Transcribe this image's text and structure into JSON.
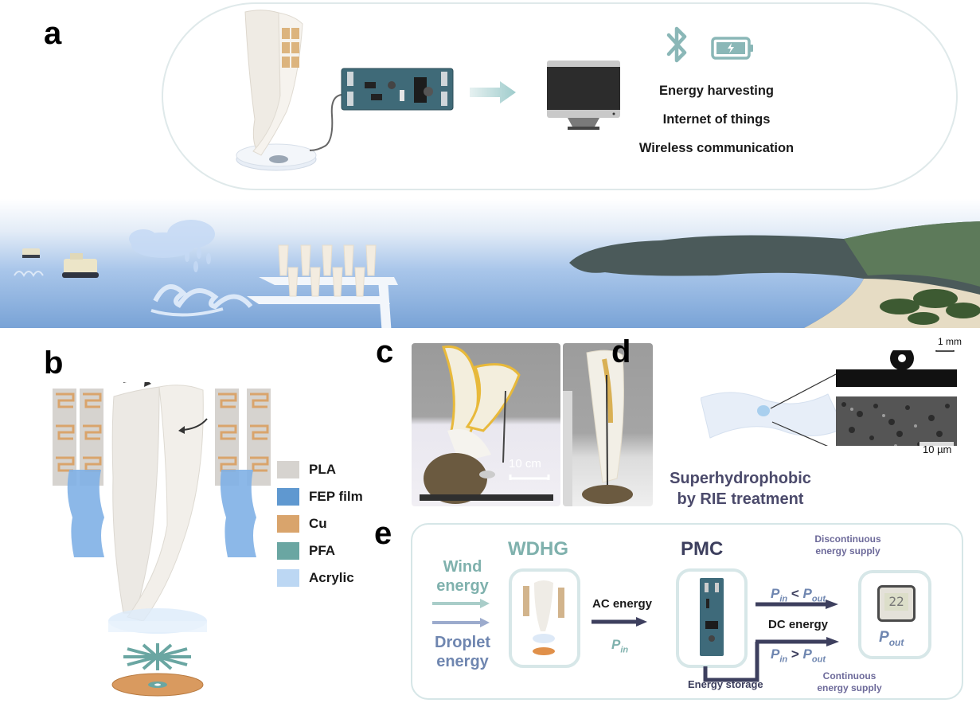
{
  "panels": {
    "a": {
      "letter": "a",
      "applications": [
        "Energy harvesting",
        "Internet of things",
        "Wireless communication"
      ],
      "icons": [
        "wind-turbine-device",
        "circuit-board",
        "arrow-right",
        "monitor",
        "bluetooth",
        "battery-charging"
      ],
      "scene": [
        "ships",
        "rain-cloud",
        "waves",
        "turbine-array",
        "coastline"
      ]
    },
    "b": {
      "letter": "b",
      "legend": [
        {
          "label": "PLA",
          "color": "#d6d3cf"
        },
        {
          "label": "FEP film",
          "color": "#5f98d0"
        },
        {
          "label": "Cu",
          "color": "#d9a46c"
        },
        {
          "label": "PFA",
          "color": "#6aa6a2"
        },
        {
          "label": "Acrylic",
          "color": "#bcd7f3"
        }
      ]
    },
    "c": {
      "letter": "c",
      "scale_bar": "10 cm"
    },
    "d": {
      "letter": "d",
      "scale_top": "1 mm",
      "scale_bottom": "10 µm",
      "caption_line1": "Superhydrophobic",
      "caption_line2": "by RIE treatment"
    },
    "e": {
      "letter": "e",
      "wind_line1": "Wind",
      "wind_line2": "energy",
      "droplet_line1": "Droplet",
      "droplet_line2": "energy",
      "wdhg": "WDHG",
      "pmc": "PMC",
      "ac_energy": "AC energy",
      "p_in": "P",
      "p_in_sub": "in",
      "dc_energy": "DC energy",
      "p_out": "P",
      "p_out_sub": "out",
      "less_than": "<",
      "greater_than": ">",
      "discontinuous_line1": "Discontinuous",
      "discontinuous_line2": "energy supply",
      "continuous_line1": "Continuous",
      "continuous_line2": "energy supply",
      "energy_storage": "Energy storage",
      "display_reading": "22"
    }
  },
  "colors": {
    "teal": "#7fb1ad",
    "slate_blue": "#6f86b0",
    "navy": "#3d3f5e",
    "purple_text": "#6d6a9a",
    "card_border": "#d7e7e8"
  }
}
